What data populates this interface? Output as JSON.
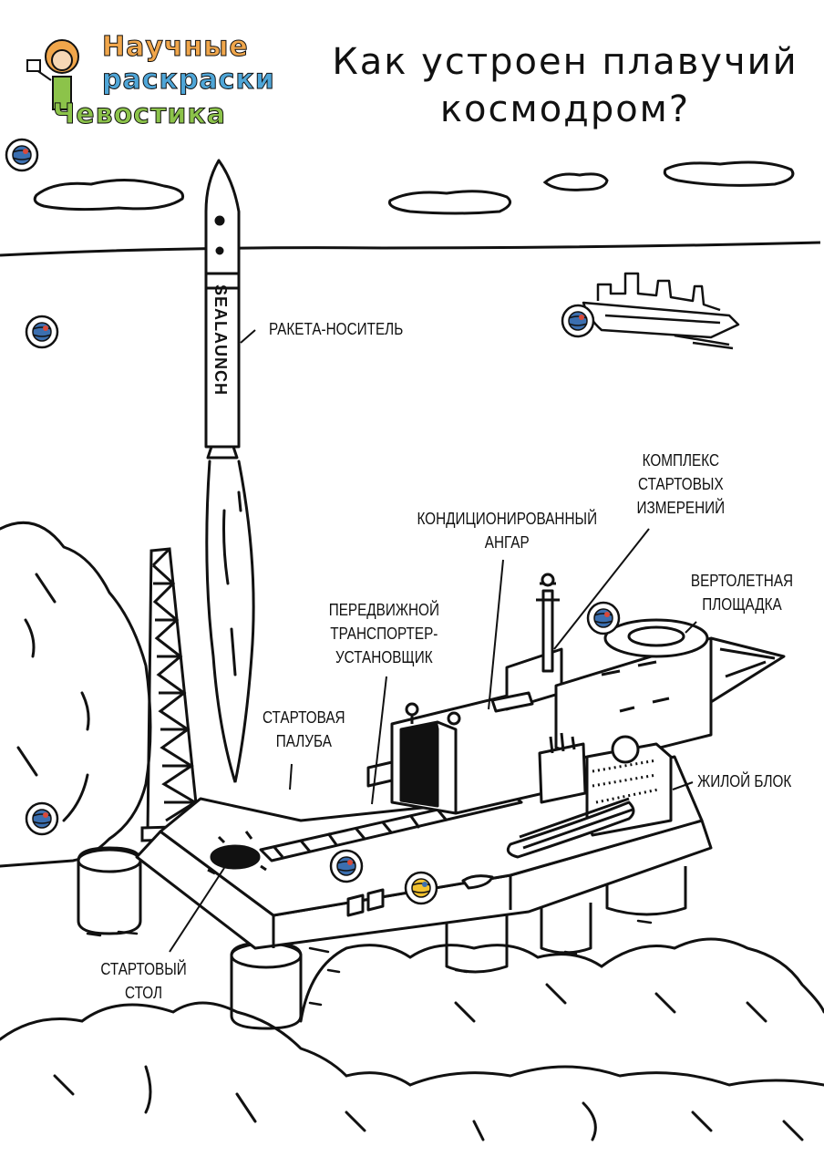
{
  "logo": {
    "line1": "Научные",
    "line2": "раскраски",
    "line3": "Чевостика"
  },
  "title": {
    "line1": "Как устроен плавучий",
    "line2": "космодром?"
  },
  "rocket": {
    "text": "SEALAUNCH"
  },
  "labels": {
    "rocket": "РАКЕТА-НОСИТЕЛЬ",
    "complex": [
      "КОМПЛЕКС",
      "СТАРТОВЫХ",
      "ИЗМЕРЕНИЙ"
    ],
    "hangar": [
      "КОНДИЦИОНИРОВАННЫЙ",
      "АНГАР"
    ],
    "heli": [
      "ВЕРТОЛЕТНАЯ",
      "ПЛОЩАДКА"
    ],
    "transporter": [
      "ПЕРЕДВИЖНОЙ",
      "ТРАНСПОРТЕР-",
      "УСТАНОВЩИК"
    ],
    "deck": [
      "СТАРТОВАЯ",
      "ПАЛУБА"
    ],
    "living": "ЖИЛОЙ БЛОК",
    "table": [
      "СТАРТОВЫЙ",
      "СТОЛ"
    ]
  },
  "colors": {
    "ink": "#111111",
    "logo_orange": "#f0a64b",
    "logo_blue": "#4fa6d8",
    "logo_green": "#8cc34a",
    "marker_blue": "#3b6fb0",
    "marker_red": "#d8493a",
    "marker_yellow": "#f2c230"
  }
}
